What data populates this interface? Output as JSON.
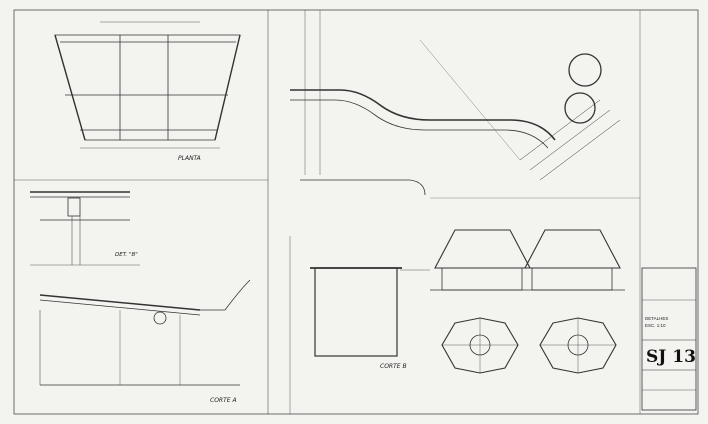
{
  "views": {
    "planta": "PLANTA",
    "det": "DET. \"B\"",
    "corte_a": "CORTE A",
    "corte_b": "CORTE B"
  },
  "title_block": {
    "code": "SJ 13",
    "line1": "DETALHES",
    "line2": "ESC. 1:10"
  },
  "colors": {
    "paper": "#f3f3f0",
    "ink": "#222222"
  }
}
